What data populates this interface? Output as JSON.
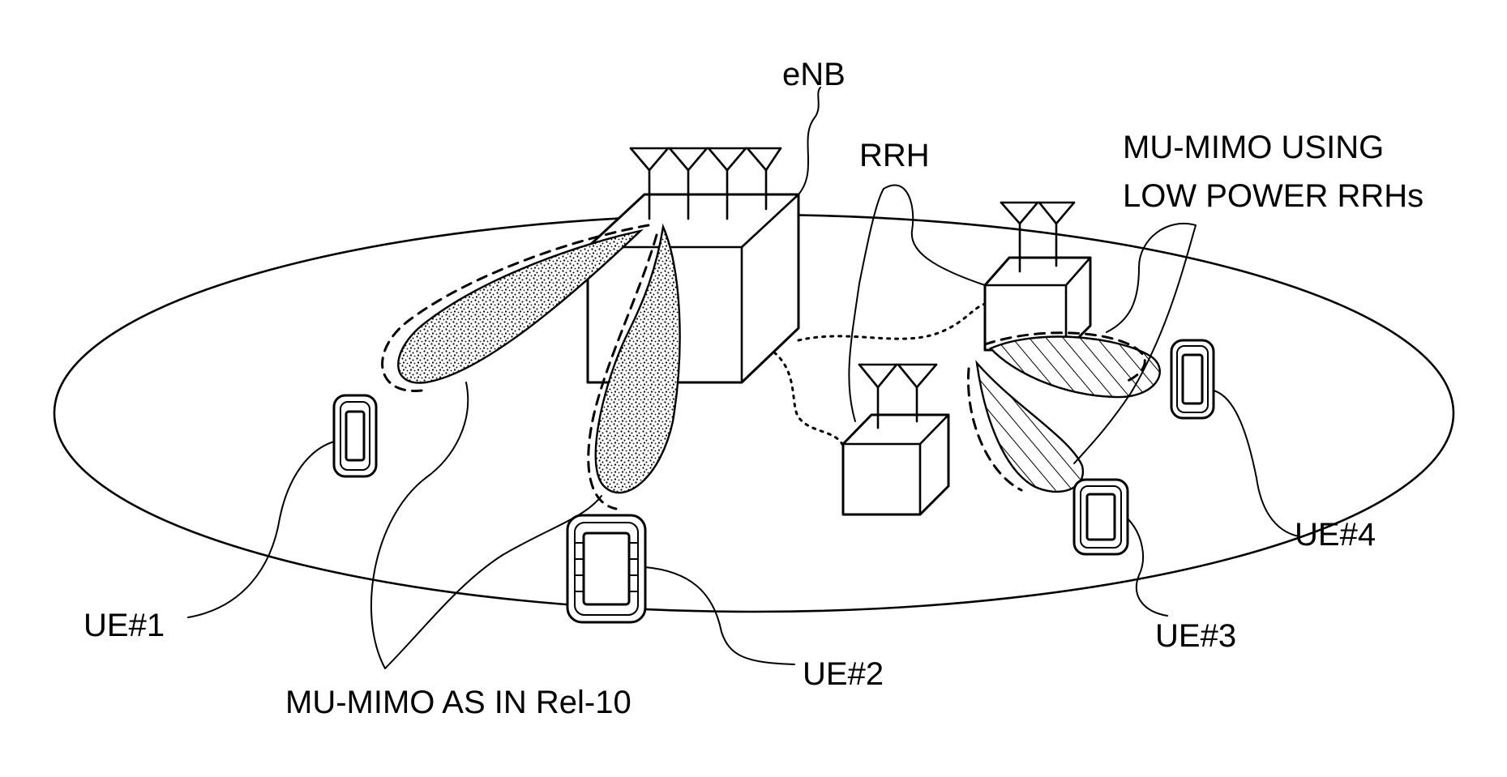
{
  "labels": {
    "enb": "eNB",
    "rrh": "RRH",
    "mu_mimo_rrh_line1": "MU-MIMO USING",
    "mu_mimo_rrh_line2": "LOW POWER RRHs",
    "mu_mimo_rel10": "MU-MIMO AS IN Rel-10",
    "ue1": "UE#1",
    "ue2": "UE#2",
    "ue3": "UE#3",
    "ue4": "UE#4"
  },
  "icons": [
    "antenna-icon",
    "base-station-icon",
    "rrh-icon",
    "user-equipment-icon"
  ],
  "colors": {
    "line": "#000000",
    "background": "#ffffff"
  }
}
